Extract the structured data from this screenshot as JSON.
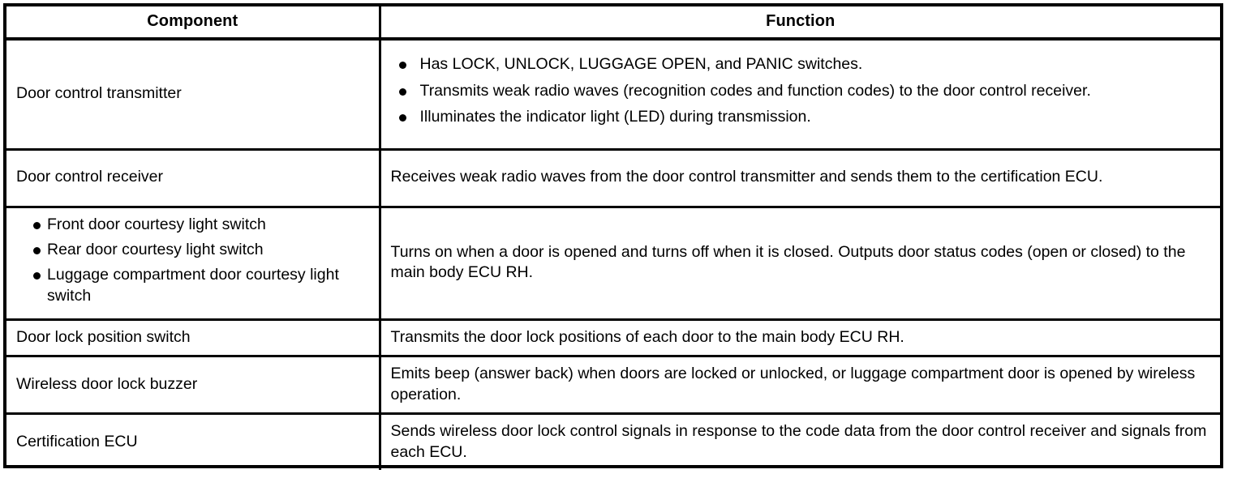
{
  "table": {
    "headers": {
      "component": "Component",
      "function": "Function"
    },
    "rows": [
      {
        "id": "door-control-transmitter",
        "component_text": "Door control transmitter",
        "component_bullets": [],
        "function_text": "",
        "function_bullets": [
          "Has LOCK, UNLOCK, LUGGAGE OPEN, and PANIC switches.",
          "Transmits weak radio waves (recognition codes and function codes) to the door control receiver.",
          "Illuminates the indicator light (LED) during transmission."
        ]
      },
      {
        "id": "door-control-receiver",
        "component_text": "Door control receiver",
        "component_bullets": [],
        "function_text": "Receives weak radio waves from the door control transmitter and sends them to the certification ECU.",
        "function_bullets": []
      },
      {
        "id": "courtesy-light-switches",
        "component_text": "",
        "component_bullets": [
          "Front door courtesy light switch",
          "Rear door courtesy light switch",
          "Luggage compartment door courtesy light switch"
        ],
        "function_text": "Turns on when a door is opened and turns off when it is closed. Outputs door status codes (open or closed) to the main body ECU RH.",
        "function_bullets": []
      },
      {
        "id": "door-lock-position-switch",
        "component_text": "Door lock position switch",
        "component_bullets": [],
        "function_text": "Transmits the door lock positions of each door to the main body ECU RH.",
        "function_bullets": []
      },
      {
        "id": "wireless-door-lock-buzzer",
        "component_text": "Wireless door lock buzzer",
        "component_bullets": [],
        "function_text": "Emits beep (answer back) when doors are locked or unlocked, or luggage compartment door is opened by wireless operation.",
        "function_bullets": []
      },
      {
        "id": "certification-ecu",
        "component_text": "Certification ECU",
        "component_bullets": [],
        "function_text": "Sends wireless door lock control signals in response to the code data from the door control receiver and signals from each ECU.",
        "function_bullets": []
      }
    ]
  },
  "colors": {
    "border": "#000000",
    "text": "#000000",
    "background": "#ffffff"
  }
}
